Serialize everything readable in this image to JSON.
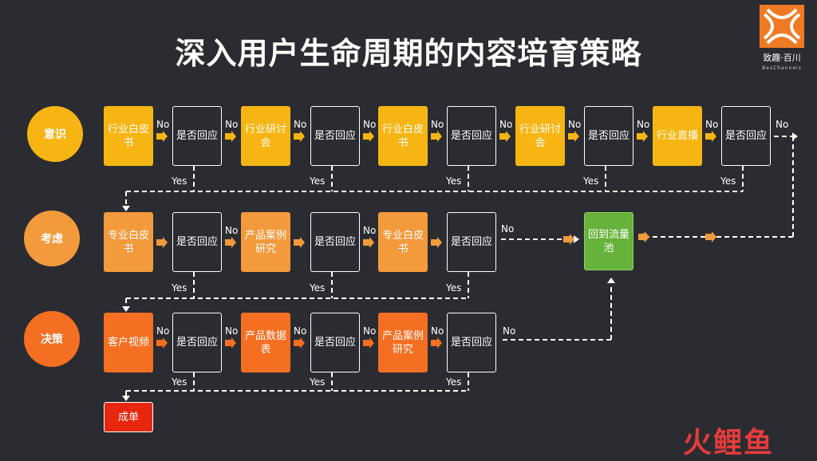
{
  "title": "深入用户生命周期的内容培育策略",
  "logo": {
    "name": "致趣·百川",
    "sub": "BesChannels"
  },
  "watermark": "火鲤鱼",
  "colors": {
    "stage1": "#f6b512",
    "stage2": "#f29a3c",
    "stage3": "#f46f21",
    "decision_border": "#ffffff",
    "pool": "#67b23a"
  },
  "labels": {
    "no": "No",
    "yes": "Yes"
  },
  "stages": [
    {
      "name": "意识",
      "items": [
        {
          "type": "content",
          "label": "行业白皮书"
        },
        {
          "type": "decision",
          "label": "是否回应"
        },
        {
          "type": "content",
          "label": "行业研讨会"
        },
        {
          "type": "decision",
          "label": "是否回应"
        },
        {
          "type": "content",
          "label": "行业白皮书"
        },
        {
          "type": "decision",
          "label": "是否回应"
        },
        {
          "type": "content",
          "label": "行业研讨会"
        },
        {
          "type": "decision",
          "label": "是否回应"
        },
        {
          "type": "content",
          "label": "行业直播"
        },
        {
          "type": "decision",
          "label": "是否回应"
        }
      ]
    },
    {
      "name": "考虑",
      "items": [
        {
          "type": "content",
          "label": "专业白皮书"
        },
        {
          "type": "decision",
          "label": "是否回应"
        },
        {
          "type": "content",
          "label": "产品案例研究"
        },
        {
          "type": "decision",
          "label": "是否回应"
        },
        {
          "type": "content",
          "label": "专业白皮书"
        },
        {
          "type": "decision",
          "label": "是否回应"
        }
      ]
    },
    {
      "name": "决策",
      "items": [
        {
          "type": "content",
          "label": "客户视频"
        },
        {
          "type": "decision",
          "label": "是否回应"
        },
        {
          "type": "content",
          "label": "产品数据表"
        },
        {
          "type": "decision",
          "label": "是否回应"
        },
        {
          "type": "content",
          "label": "产品案例研究"
        },
        {
          "type": "decision",
          "label": "是否回应"
        }
      ]
    }
  ],
  "pool": "回到流量池",
  "final": "成单"
}
